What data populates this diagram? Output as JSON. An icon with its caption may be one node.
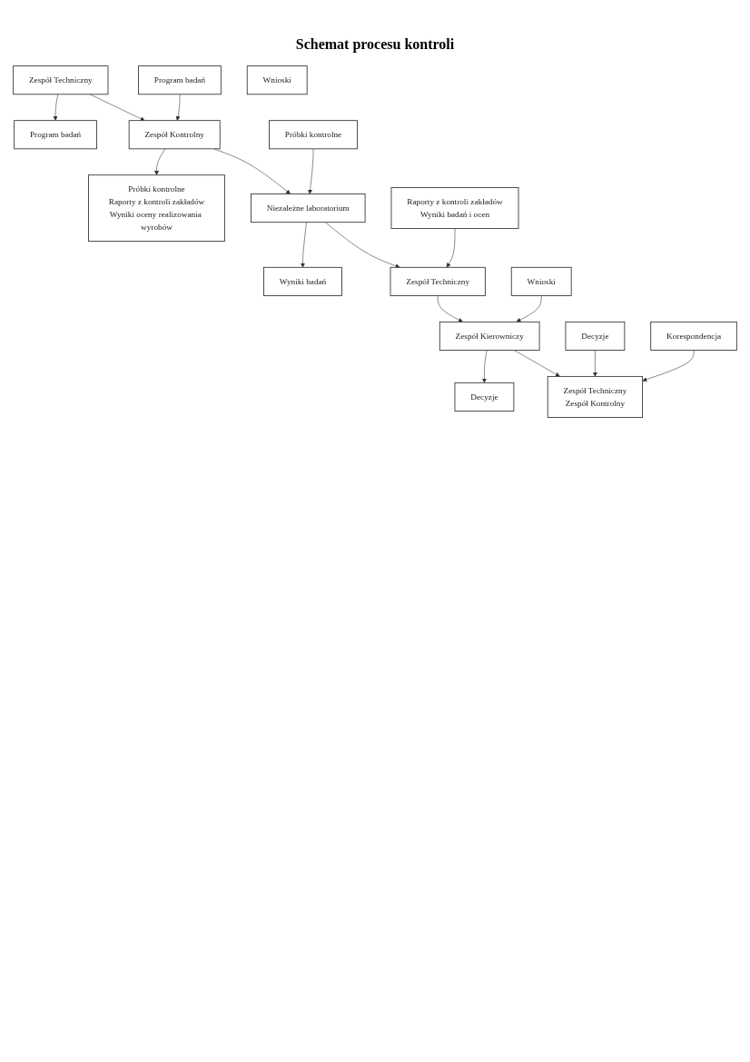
{
  "diagram": {
    "title": "Schemat procesu kontroli",
    "nodes": [
      {
        "text": [
          "Zespół Techniczny"
        ]
      },
      {
        "text": [
          "Program badań"
        ]
      },
      {
        "text": [
          "Program badań"
        ]
      },
      {
        "text": [
          "Zespół Kontrolny"
        ]
      },
      {
        "text": [
          "Próbki kontrolne",
          "Raporty z kontroli zakładów",
          "Wyniki oceny realizowania wyrobów"
        ]
      },
      {
        "text": [
          "Próbki kontrolne"
        ]
      },
      {
        "text": [
          "Niezależne laboratorium"
        ]
      },
      {
        "text": [
          "Wyniki badań"
        ]
      },
      {
        "text": [
          "Raporty z kontroli zakładów",
          "Wyniki badań i ocen"
        ]
      },
      {
        "text": [
          "Zespół Techniczny"
        ]
      },
      {
        "text": [
          "Wnioski"
        ]
      },
      {
        "text": [
          "Wnioski"
        ]
      },
      {
        "text": [
          "Zespół Kierowniczy"
        ]
      },
      {
        "text": [
          "Decyzje"
        ]
      },
      {
        "text": [
          "Decyzje"
        ]
      },
      {
        "text": [
          "Zespół Techniczny",
          "Zespół Kontrolny"
        ]
      },
      {
        "text": [
          "Korespondencja"
        ]
      }
    ],
    "edges": [
      {
        "from": 0,
        "to": 1,
        "arrow": "to"
      },
      {
        "from": 0,
        "to": 3,
        "arrow": "to"
      },
      {
        "from": 2,
        "to": 3,
        "arrow": "to"
      },
      {
        "from": 3,
        "to": 4,
        "arrow": "to"
      },
      {
        "from": 3,
        "to": 6,
        "arrow": "to"
      },
      {
        "from": 5,
        "to": 6,
        "arrow": "to"
      },
      {
        "from": 6,
        "to": 7,
        "arrow": "to"
      },
      {
        "from": 6,
        "to": 9,
        "arrow": "to"
      },
      {
        "from": 8,
        "to": 9,
        "arrow": "to"
      },
      {
        "from": 9,
        "to": 12,
        "arrow": "to"
      },
      {
        "from": 11,
        "to": 12,
        "arrow": "to"
      },
      {
        "from": 12,
        "to": 13,
        "arrow": "to"
      },
      {
        "from": 12,
        "to": 15,
        "arrow": "to"
      },
      {
        "from": 14,
        "to": 15,
        "arrow": "to"
      },
      {
        "from": 16,
        "to": 15,
        "arrow": "to"
      }
    ]
  }
}
